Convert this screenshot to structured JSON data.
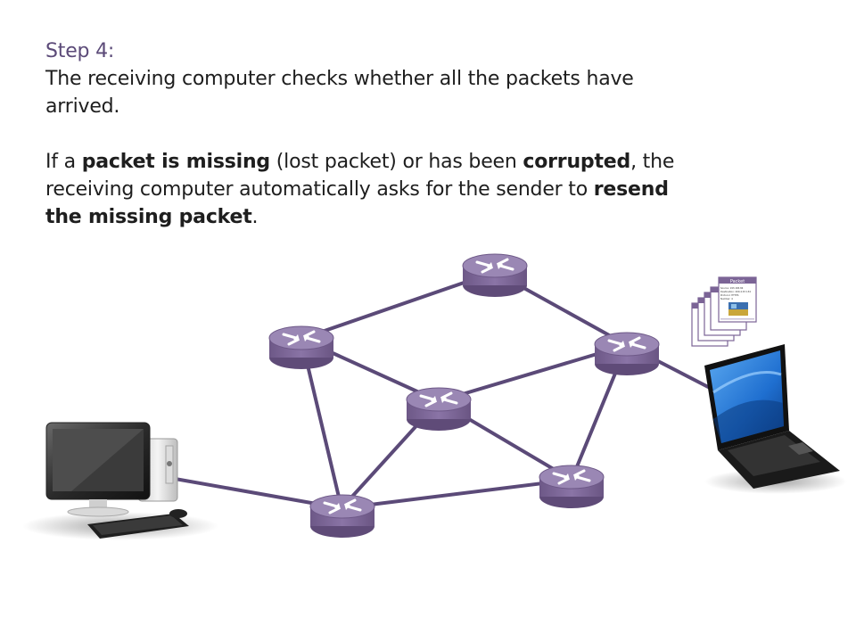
{
  "slide": {
    "step_title": "Step 4:",
    "paragraph1": "The receiving computer checks whether all the packets have arrived.",
    "paragraph2": {
      "t1": "If a ",
      "b1": "packet is missing",
      "t2": " (lost packet) or has been ",
      "b2": "corrupted",
      "t3": ", the receiving computer automatically asks for the sender to ",
      "b3": "resend the missing packet",
      "t4": "."
    }
  },
  "diagram": {
    "router_color": "#7b6496",
    "link_color": "#5b4a78",
    "packet_card": {
      "header": "Packet",
      "lines": [
        "Source: 193.165.84",
        "Destination: 200.4.67.134",
        "Protocol: HTTPS",
        "Number: 4"
      ]
    }
  }
}
